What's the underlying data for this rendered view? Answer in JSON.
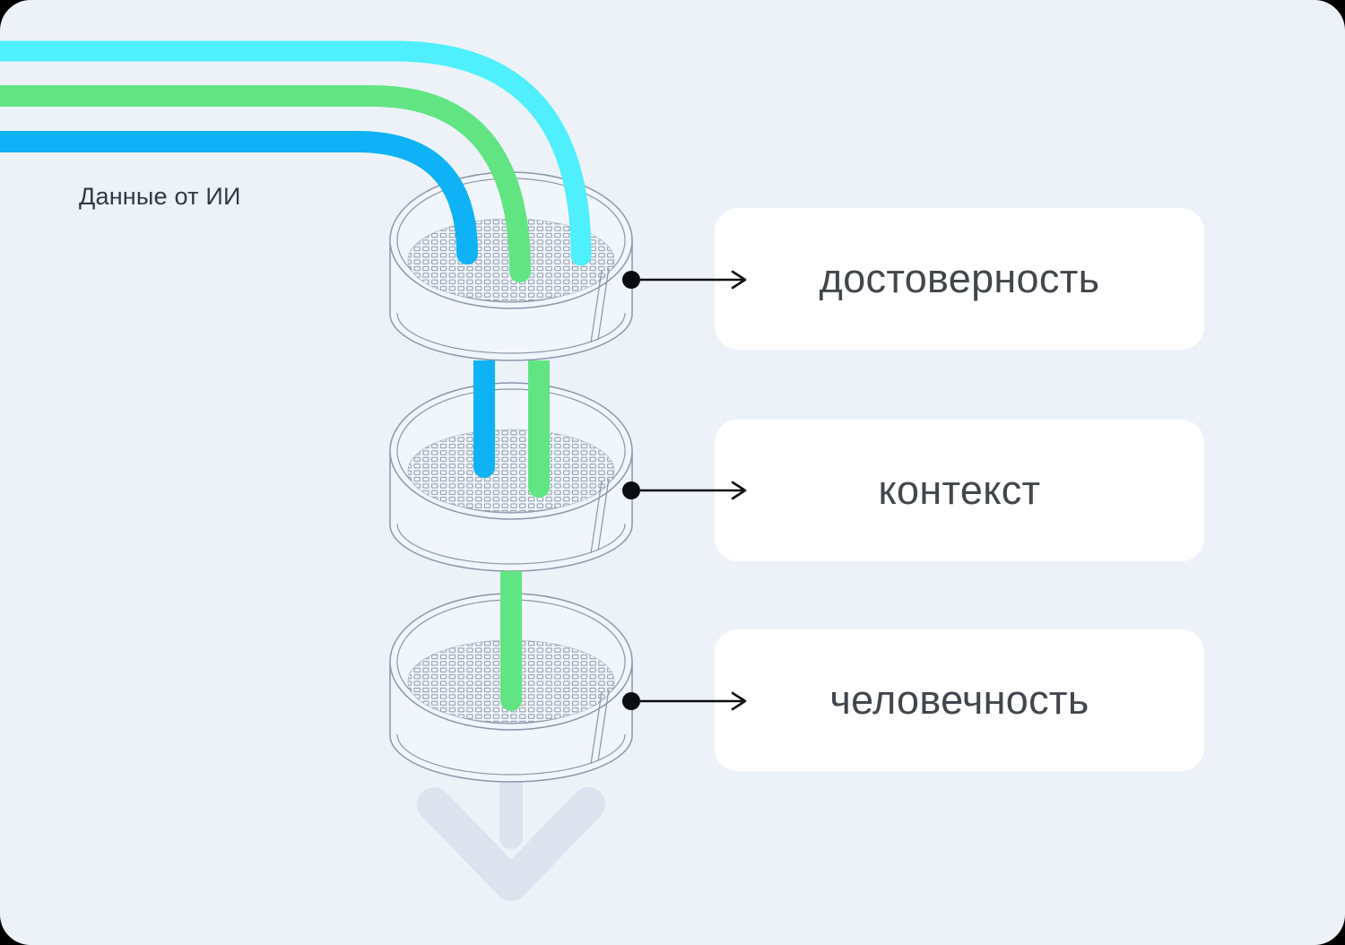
{
  "source_label": "Данные от ИИ",
  "filters": [
    {
      "label": "достоверность"
    },
    {
      "label": "контекст"
    },
    {
      "label": "человечность"
    }
  ],
  "icons": [
    "connector-dot",
    "connector-arrow",
    "down-arrow-watermark",
    "sieve-icon"
  ],
  "colors": {
    "background": "#EDF2F9",
    "card_bg": "#FFFFFF",
    "card_text": "#42464D",
    "label_text": "#313843",
    "outline": "#8C96A8",
    "sieve_fill": "#F1F6FC",
    "stripe_cyan": "#4FEFFD",
    "stripe_green": "#61E583",
    "stripe_blue": "#0FB3F5",
    "connector": "#0B0D10",
    "watermark": "#DDE3EE"
  }
}
